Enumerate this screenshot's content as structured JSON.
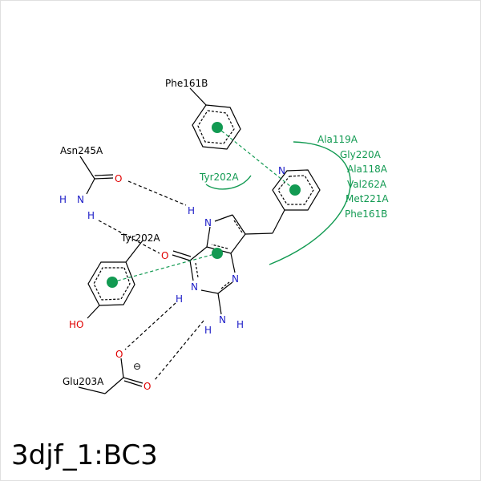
{
  "caption": "3djf_1:BC3",
  "residues": {
    "phe161b": "Phe161B",
    "asn245a": "Asn245A",
    "tyr202a_ring": "Tyr202A",
    "tyr202a_hydrophobic": "Tyr202A",
    "glu203a": "Glu203A"
  },
  "hydrophobic_residues": [
    "Ala119A",
    "Gly220A",
    "Ala118A",
    "Val262A",
    "Met221A",
    "Phe161B"
  ],
  "atoms": {
    "o_asn": "O",
    "n_asn": "N",
    "h_asn_upper": "H",
    "h_asn_lower": "H",
    "n_pyridine": "N",
    "n_pyrrole": "N",
    "h_pyrrole": "H",
    "o_carbonyl": "O",
    "n_ring_right": "N",
    "n_ring_left": "N",
    "h_ring_left": "H",
    "n_amine": "N",
    "h_amine_right": "H",
    "h_amine_down": "H",
    "ho_tyr": "HO",
    "o_glu_1": "O",
    "o_glu_2": "O"
  },
  "charge_symbol": "⊖",
  "colors": {
    "bond": "#000000",
    "nitrogen": "#2020c8",
    "oxygen": "#e00000",
    "interaction": "#129a52",
    "hbond": "#000000"
  }
}
